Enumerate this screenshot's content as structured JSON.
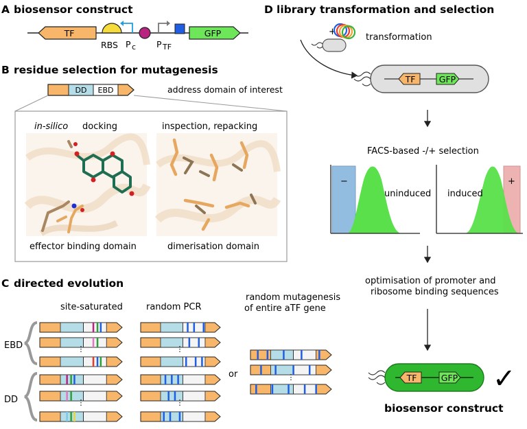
{
  "panels": {
    "a": {
      "letter": "A",
      "title": "biosensor construct"
    },
    "b": {
      "letter": "B",
      "title": "residue selection for mutagenesis"
    },
    "c": {
      "letter": "C",
      "title": "directed evolution"
    },
    "d": {
      "letter": "D",
      "title": "library transformation and selection"
    }
  },
  "construct": {
    "tf": "TF",
    "rbs": "RBS",
    "pc": "P",
    "pc_sub": "c",
    "ptf": "P",
    "ptf_sub": "TF",
    "gfp": "GFP"
  },
  "domains": {
    "dd": "DD",
    "ebd": "EBD",
    "address_text": "address domain of interest"
  },
  "structures": {
    "left_heading_italic": "in-silico",
    "left_heading_rest": " docking",
    "right_heading": "inspection, repacking",
    "left_caption": "effector binding domain",
    "right_caption": "dimerisation domain"
  },
  "evolution": {
    "col1": "site-saturated",
    "col2": "random PCR",
    "col3_line1": "random mutagenesis",
    "col3_line2": "of entire aTF gene",
    "ebd": "EBD",
    "dd": "DD",
    "or": "or",
    "dots": "⋮"
  },
  "library": {
    "plus": "+",
    "transformation": "transformation",
    "cell_tf": "TF",
    "cell_gfp": "GFP",
    "facs": "FACS-based -/+ selection",
    "minus_gate": "−",
    "plus_gate": "+",
    "uninduced": "uninduced",
    "induced": "induced",
    "optim_line1": "optimisation of promoter and",
    "optim_line2": "ribosome binding sequences",
    "final_tf": "TF",
    "final_gfp": "GFP",
    "check": "✓",
    "final_label": "biosensor construct"
  },
  "colors": {
    "tf_orange": "#f7b66a",
    "gfp_green": "#6ee65a",
    "dd_blue": "#b5dde7",
    "rbs_yellow": "#f5dc3c",
    "promoter_blue": "#1f9fe0",
    "terminator_purple": "#b8237f",
    "box_blue": "#1f5ee0",
    "gate_blue": "#6fa8d6",
    "gate_red": "#e89a9a",
    "cell_grey": "#e0e0e0",
    "cell_green": "#2fb82f"
  }
}
